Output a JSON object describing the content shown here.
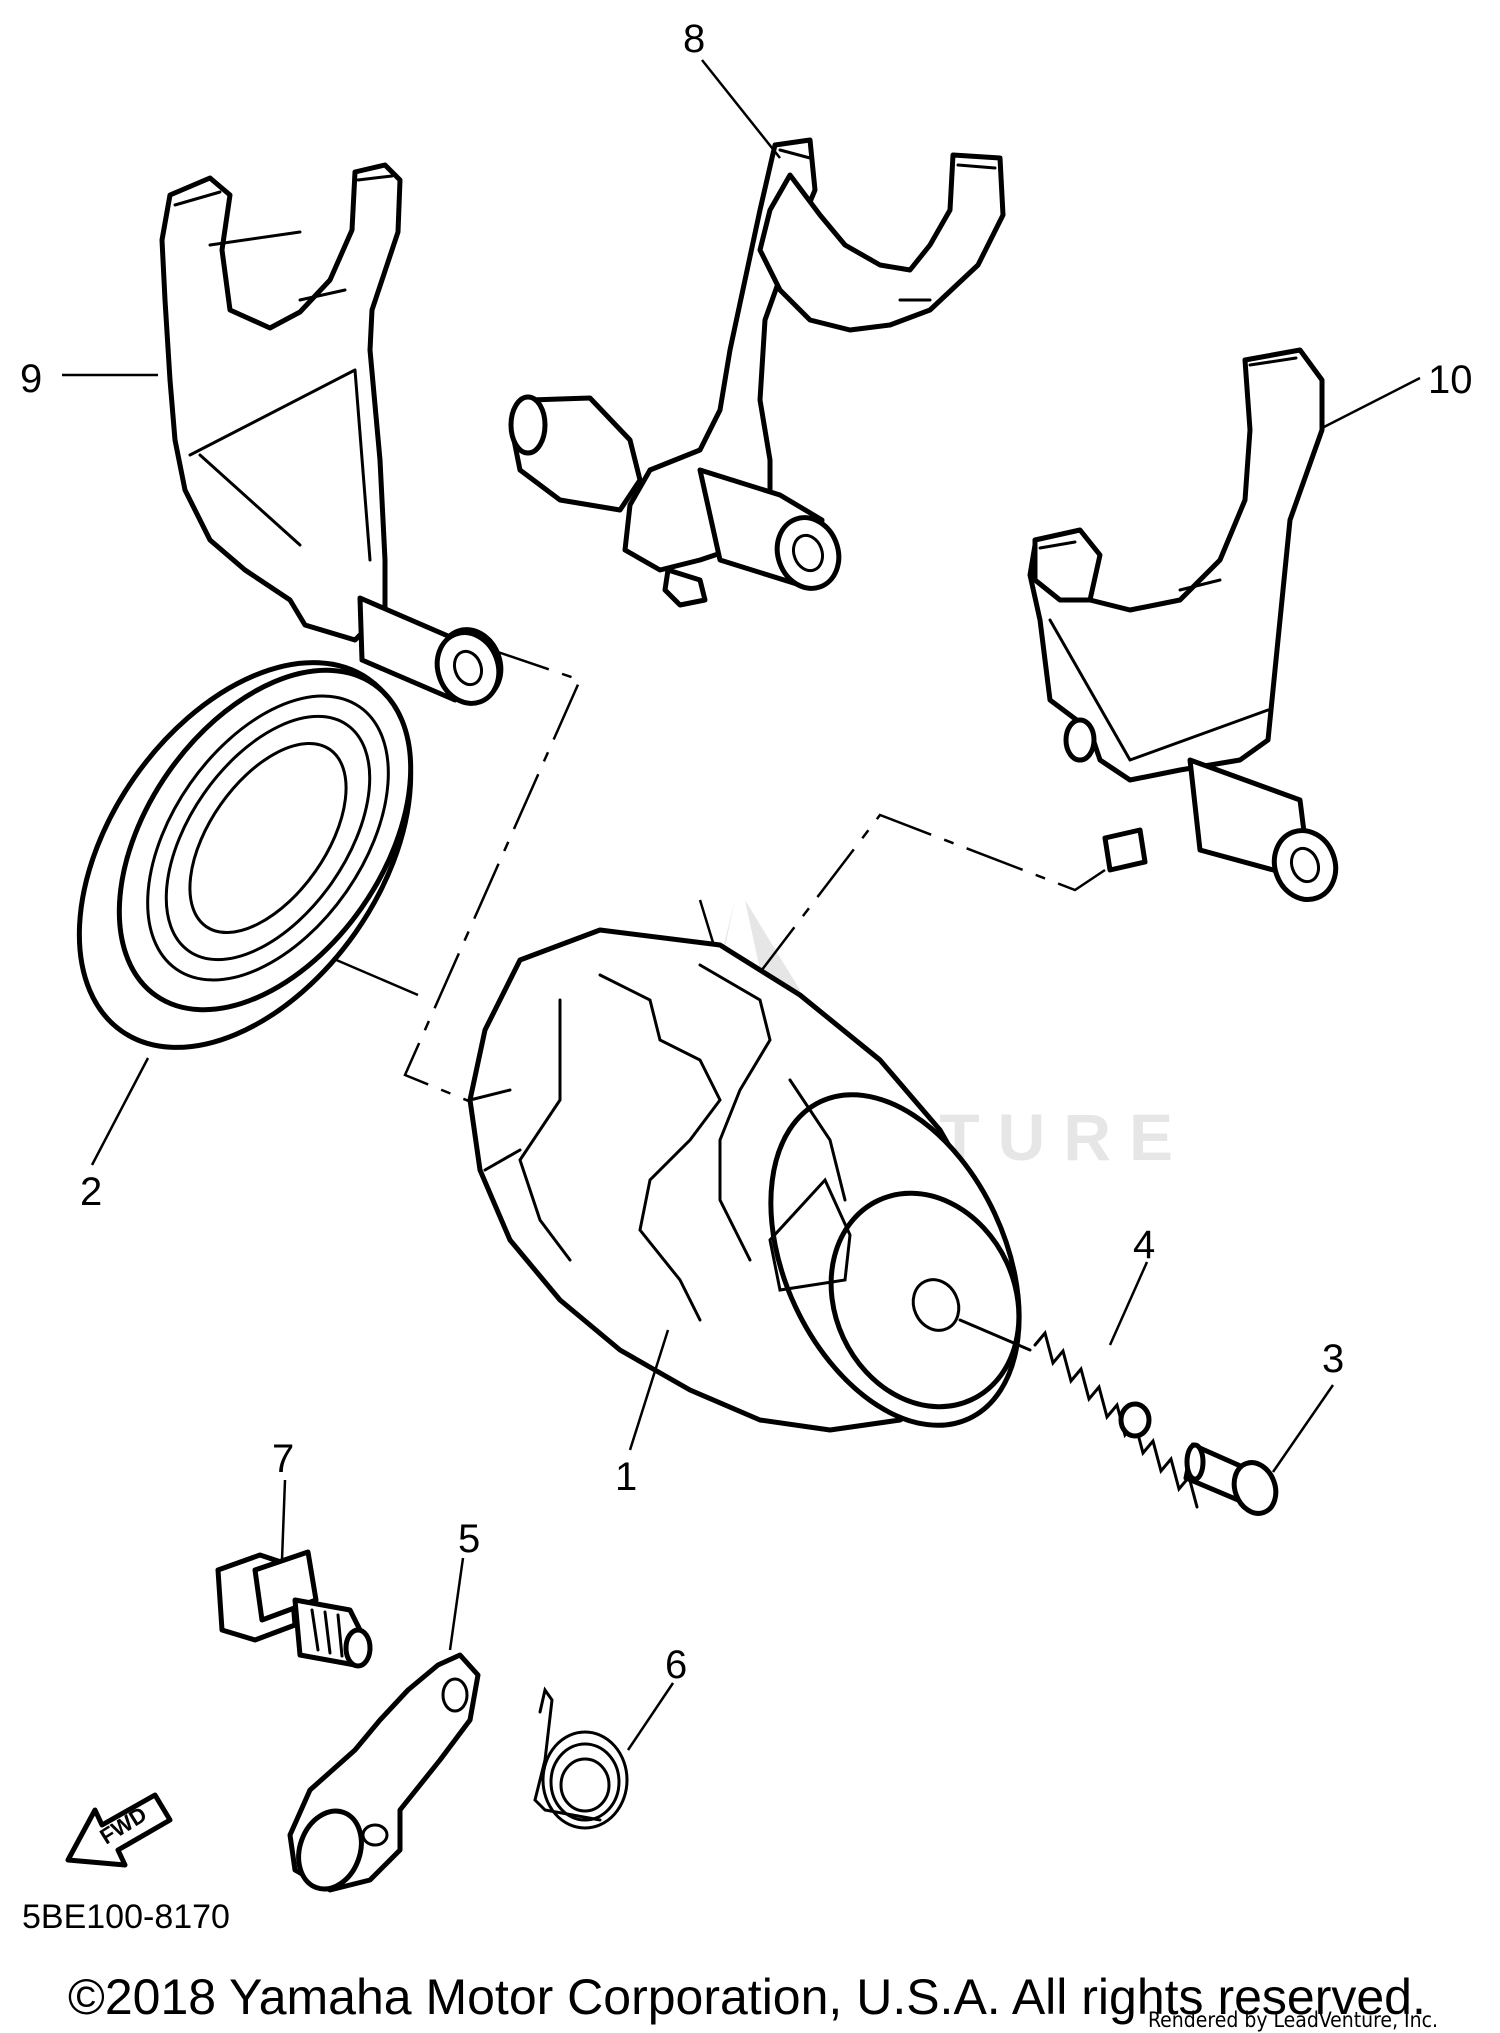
{
  "diagram": {
    "code": "5BE100-8170",
    "copyright": "©2018 Yamaha Motor Corporation, U.S.A. All rights reserved.",
    "rendered_by": "Rendered by LeadVenture, Inc.",
    "watermark": "LEADVENTURE",
    "fwd_label": "FWD",
    "callouts": [
      {
        "number": "1",
        "part": "shift-drum"
      },
      {
        "number": "2",
        "part": "bearing"
      },
      {
        "number": "3",
        "part": "pin"
      },
      {
        "number": "4",
        "part": "compression-spring"
      },
      {
        "number": "5",
        "part": "stopper-lever"
      },
      {
        "number": "6",
        "part": "torsion-spring"
      },
      {
        "number": "7",
        "part": "bolt"
      },
      {
        "number": "8",
        "part": "shift-fork-center"
      },
      {
        "number": "9",
        "part": "shift-fork-left"
      },
      {
        "number": "10",
        "part": "shift-fork-right"
      }
    ]
  }
}
